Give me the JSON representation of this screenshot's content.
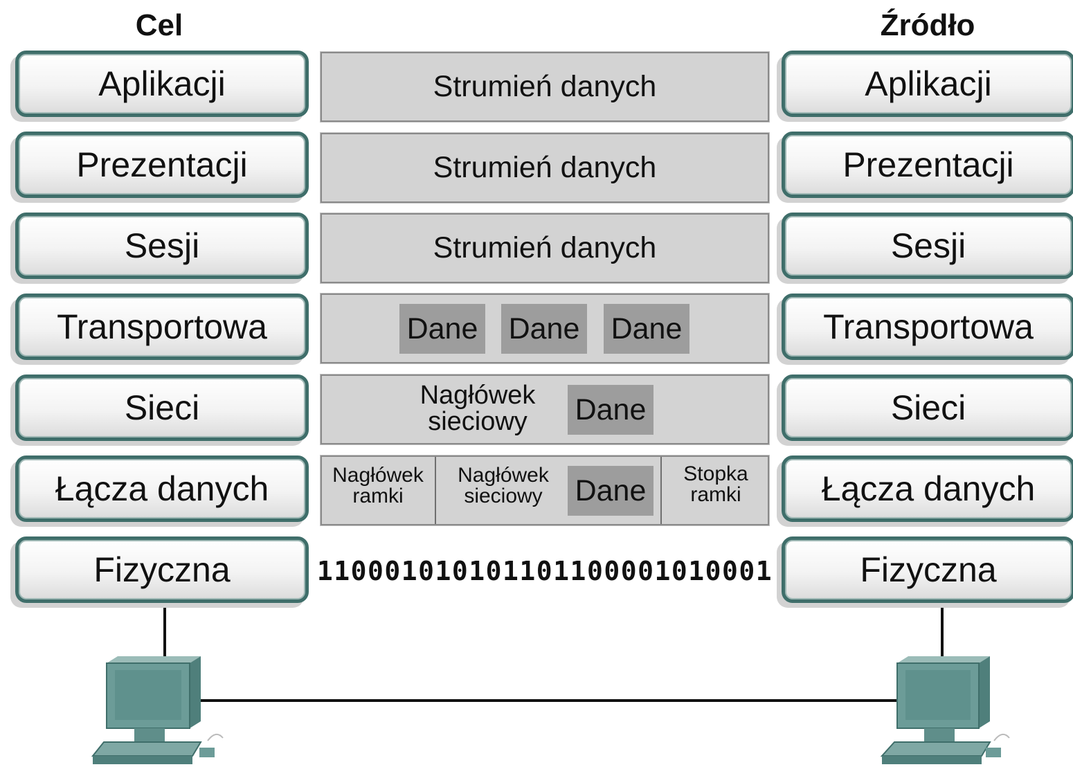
{
  "headers": {
    "left": "Cel",
    "right": "Źródło"
  },
  "layers": [
    "Aplikacji",
    "Prezentacji",
    "Sesji",
    "Transportowa",
    "Sieci",
    "Łącza danych",
    "Fizyczna"
  ],
  "pdu": {
    "application": "Strumień danych",
    "presentation": "Strumień danych",
    "session": "Strumień danych",
    "transport_segments": [
      "Dane",
      "Dane",
      "Dane"
    ],
    "network": {
      "header": "Nagłówek sieciowy",
      "data": "Dane"
    },
    "datalink": {
      "frame_header": "Nagłówek ramki",
      "network_header": "Nagłówek sieciowy",
      "data": "Dane",
      "frame_trailer": "Stopka ramki"
    },
    "physical_bits": "110001010101101100001010001"
  },
  "colors": {
    "layer_border": "#3f6e6a",
    "computer": "#6c9c98",
    "band": "#d3d3d3",
    "data_block": "#9d9d9d"
  },
  "icons": [
    "computer-icon",
    "computer-icon"
  ]
}
